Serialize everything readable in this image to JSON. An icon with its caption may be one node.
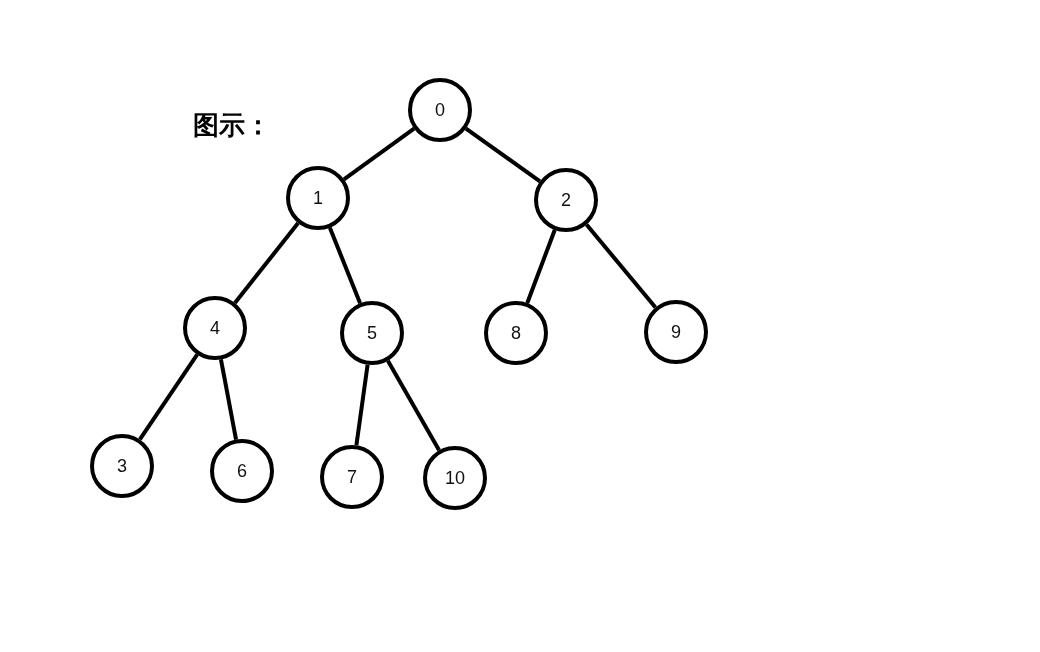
{
  "diagram": {
    "title": "图示：",
    "nodes": [
      {
        "text": [
          "0"
        ]
      },
      {
        "text": [
          "1"
        ]
      },
      {
        "text": [
          "2"
        ]
      },
      {
        "text": [
          "4"
        ]
      },
      {
        "text": [
          "5"
        ]
      },
      {
        "text": [
          "8"
        ]
      },
      {
        "text": [
          "9"
        ]
      },
      {
        "text": [
          "3"
        ]
      },
      {
        "text": [
          "6"
        ]
      },
      {
        "text": [
          "7"
        ]
      },
      {
        "text": [
          "10"
        ]
      }
    ],
    "edges": [
      {
        "from": 0,
        "to": 1,
        "arrow": "none"
      },
      {
        "from": 0,
        "to": 2,
        "arrow": "none"
      },
      {
        "from": 1,
        "to": 3,
        "arrow": "none"
      },
      {
        "from": 1,
        "to": 4,
        "arrow": "none"
      },
      {
        "from": 2,
        "to": 5,
        "arrow": "none"
      },
      {
        "from": 2,
        "to": 6,
        "arrow": "none"
      },
      {
        "from": 3,
        "to": 7,
        "arrow": "none"
      },
      {
        "from": 3,
        "to": 8,
        "arrow": "none"
      },
      {
        "from": 4,
        "to": 9,
        "arrow": "none"
      },
      {
        "from": 4,
        "to": 10,
        "arrow": "none"
      }
    ]
  }
}
